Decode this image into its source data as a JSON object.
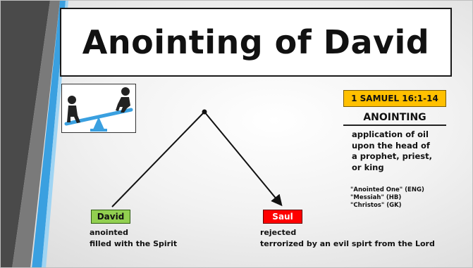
{
  "slide": {
    "title": "Anointing of David",
    "illustration_icon": "seesaw-icon",
    "reference_badge": "1 SAMUEL 16:1-14",
    "anointing_heading": "ANOINTING",
    "definition": [
      "application of oil",
      "upon the head of",
      "a prophet, priest,",
      "or king"
    ],
    "terms": [
      "\"Anointed One\" (ENG)",
      "\"Messiah\" (HB)",
      "\"Christos\" (GK)"
    ],
    "david": {
      "label": "David",
      "lines": [
        "anointed",
        "filled with the Spirit"
      ]
    },
    "saul": {
      "label": "Saul",
      "lines": [
        "rejected",
        "terrorized by an evil spirt from the Lord"
      ]
    }
  },
  "colors": {
    "reference_badge": "#ffc000",
    "david_badge": "#92d050",
    "saul_badge": "#ff0000",
    "accent_blue": "#3aa0e0",
    "accent_dark": "#3a3a3a"
  }
}
